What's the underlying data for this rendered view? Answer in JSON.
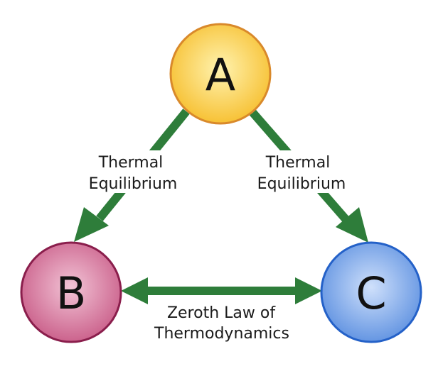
{
  "nodes": {
    "a": {
      "label": "A"
    },
    "b": {
      "label": "B"
    },
    "c": {
      "label": "C"
    }
  },
  "edges": {
    "a_to_b": {
      "line1": "Thermal",
      "line2": "Equilibrium"
    },
    "a_to_c": {
      "line1": "Thermal",
      "line2": "Equilibrium"
    },
    "b_c": {
      "line1": "Zeroth Law of",
      "line2": "Thermodynamics"
    }
  },
  "colors": {
    "arrow": "#2e7d3a",
    "a_fill_light": "#fff3b0",
    "a_fill_dark": "#f6bd2a",
    "a_stroke": "#d9892b",
    "b_fill_light": "#f2c4d6",
    "b_fill_dark": "#c85a86",
    "b_stroke": "#8a1e4c",
    "c_fill_light": "#cfe0fb",
    "c_fill_dark": "#5b8fe0",
    "c_stroke": "#2461c8"
  }
}
